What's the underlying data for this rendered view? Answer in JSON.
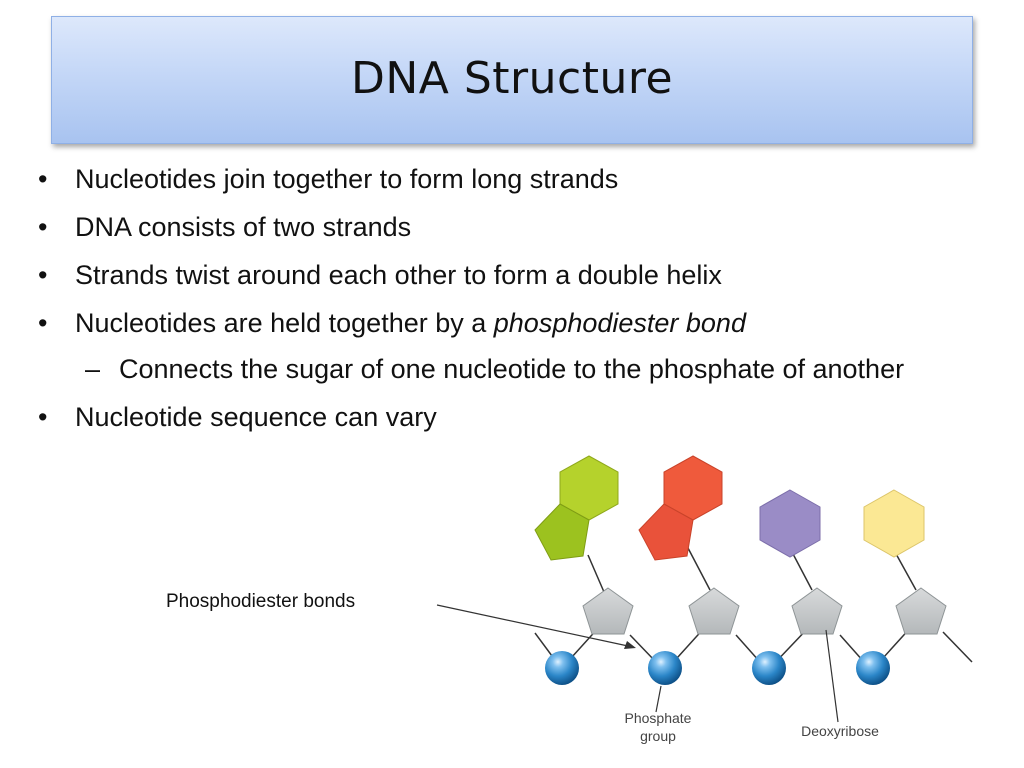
{
  "slide": {
    "title": "DNA Structure",
    "bullets": [
      {
        "text": "Nucleotides join together to form long strands"
      },
      {
        "text": "DNA consists of two strands"
      },
      {
        "text": "Strands twist around each other to form a double helix"
      },
      {
        "text_plain": "Nucleotides are held together by a ",
        "text_italic": "phosphodiester bond"
      },
      {
        "text": "Nucleotide sequence can vary"
      }
    ],
    "sub_bullet": "Connects the sugar of one nucleotide to the phosphate of another",
    "bullet_symbol": "•",
    "dash_symbol": "–"
  },
  "diagram": {
    "bonds_label": "Phosphodiester bonds",
    "phosphate_label_line1": "Phosphate",
    "phosphate_label_line2": "group",
    "deoxyribose_label": "Deoxyribose",
    "colors": {
      "green": "#b5d22c",
      "red": "#ef5a3c",
      "purple": "#9a8cc6",
      "yellow": "#fbe894",
      "sugar": "#c7cacc",
      "phosphate": "#2b86c8"
    }
  }
}
